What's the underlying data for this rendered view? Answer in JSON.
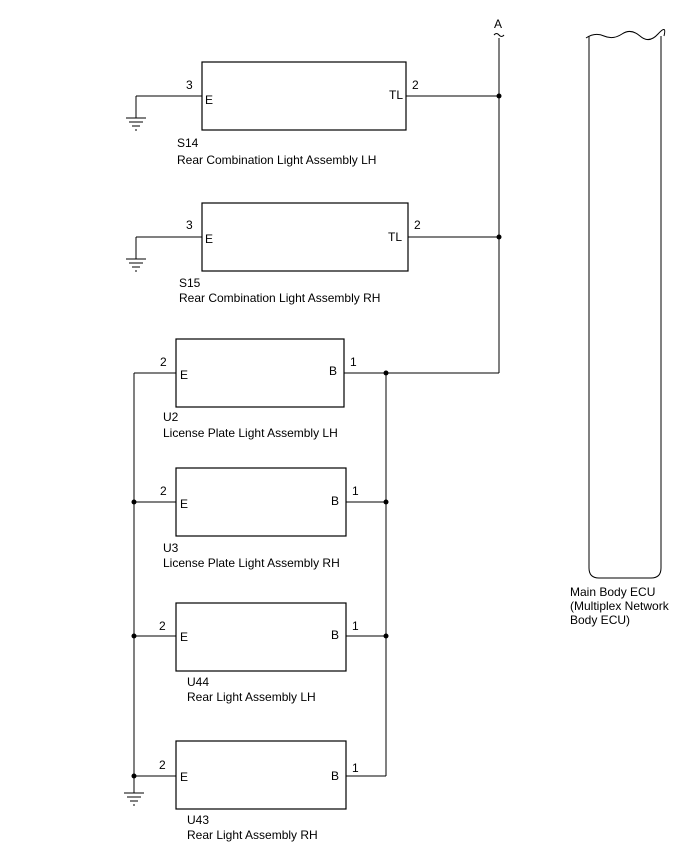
{
  "connector_a": "A",
  "ground_symbol": "ground-icon",
  "components": [
    {
      "code": "S14",
      "name": "Rear Combination Light Assembly LH",
      "left_pin_num": "3",
      "left_pin_label": "E",
      "right_pin_num": "2",
      "right_pin_label": "TL"
    },
    {
      "code": "S15",
      "name": "Rear Combination Light Assembly RH",
      "left_pin_num": "3",
      "left_pin_label": "E",
      "right_pin_num": "2",
      "right_pin_label": "TL"
    },
    {
      "code": "U2",
      "name": "License Plate Light Assembly LH",
      "left_pin_num": "2",
      "left_pin_label": "E",
      "right_pin_num": "1",
      "right_pin_label": "B"
    },
    {
      "code": "U3",
      "name": "License Plate Light Assembly RH",
      "left_pin_num": "2",
      "left_pin_label": "E",
      "right_pin_num": "1",
      "right_pin_label": "B"
    },
    {
      "code": "U44",
      "name": "Rear Light Assembly LH",
      "left_pin_num": "2",
      "left_pin_label": "E",
      "right_pin_num": "1",
      "right_pin_label": "B"
    },
    {
      "code": "U43",
      "name": "Rear Light Assembly RH",
      "left_pin_num": "2",
      "left_pin_label": "E",
      "right_pin_num": "1",
      "right_pin_label": "B"
    }
  ],
  "ecu": {
    "line1": "Main Body ECU",
    "line2": "(Multiplex Network",
    "line3": "Body ECU)"
  }
}
